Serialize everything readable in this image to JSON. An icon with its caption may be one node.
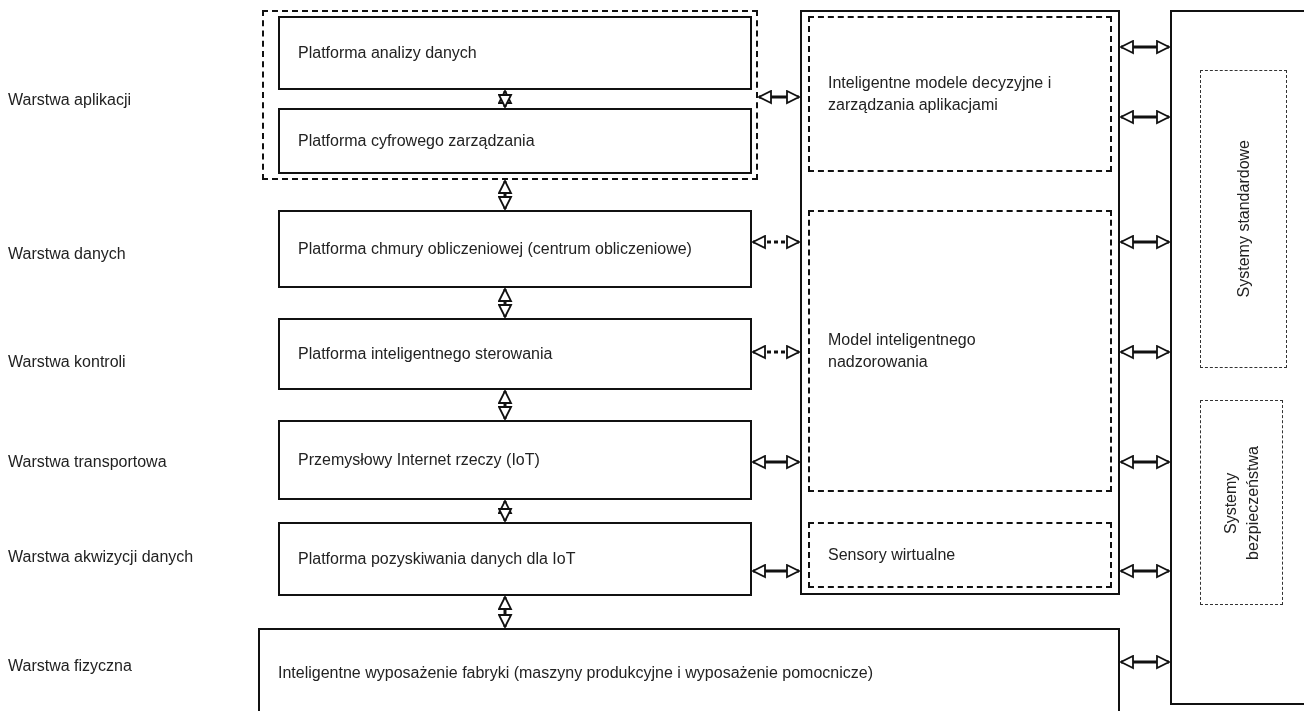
{
  "diagram": {
    "nodes": [
      {
        "text": [],
        "shape": "box"
      },
      {
        "text": [
          "Platforma analizy danych"
        ],
        "in": 0
      },
      {
        "text": [
          "Platforma cyfrowego zarządzania"
        ],
        "in": 0
      },
      {
        "text": [
          "Platforma chmury obliczeniowej (centrum obliczeniowe)"
        ]
      },
      {
        "text": [
          "Platforma inteligentnego sterowania"
        ]
      },
      {
        "text": [
          "Przemysłowy Internet rzeczy (IoT)"
        ]
      },
      {
        "text": [
          "Platforma pozyskiwania danych dla IoT"
        ]
      },
      {
        "text": [],
        "shape": "box"
      },
      {
        "text": [
          "Inteligentne modele decyzyjne i zarządzania aplikacjami"
        ],
        "in": 7
      },
      {
        "text": [
          "Model inteligentnego nadzorowania"
        ],
        "in": 7
      },
      {
        "text": [
          "Sensory wirtualne"
        ],
        "in": 7
      },
      {
        "text": [
          "Inteligentne wyposażenie fabryki (maszyny produkcyjne i wyposażenie pomocnicze)"
        ]
      },
      {
        "text": [],
        "shape": "box"
      },
      {
        "text": [
          "Systemy standardowe"
        ],
        "in": 12
      },
      {
        "text": [
          "Systemy bezpieczeństwa"
        ],
        "in": 12
      }
    ],
    "edges": [
      {
        "from": 1,
        "to": 2,
        "arrow": "both"
      },
      {
        "from": 0,
        "to": 3,
        "arrow": "both"
      },
      {
        "from": 3,
        "to": 4,
        "arrow": "both"
      },
      {
        "from": 4,
        "to": 5,
        "arrow": "both"
      },
      {
        "from": 5,
        "to": 6,
        "arrow": "both"
      },
      {
        "from": 6,
        "to": 11,
        "arrow": "both"
      },
      {
        "from": 0,
        "to": 7,
        "arrow": "both"
      },
      {
        "from": 3,
        "to": 7,
        "arrow": "both",
        "style": "dashed"
      },
      {
        "from": 4,
        "to": 7,
        "arrow": "both",
        "style": "dashed"
      },
      {
        "from": 5,
        "to": 7,
        "arrow": "both"
      },
      {
        "from": 6,
        "to": 7,
        "arrow": "both"
      },
      {
        "from": 7,
        "to": 12,
        "arrow": "both"
      },
      {
        "from": 7,
        "to": 12,
        "arrow": "both"
      },
      {
        "from": 7,
        "to": 12,
        "arrow": "both"
      },
      {
        "from": 7,
        "to": 12,
        "arrow": "both"
      },
      {
        "from": 7,
        "to": 12,
        "arrow": "both"
      },
      {
        "from": 7,
        "to": 12,
        "arrow": "both"
      },
      {
        "from": 11,
        "to": 12,
        "arrow": "both"
      }
    ],
    "labels": [
      "Warstwa aplikacji",
      "Warstwa danych",
      "Warstwa kontroli",
      "Warstwa transportowa",
      "Warstwa akwizycji danych",
      "Warstwa fizyczna"
    ]
  }
}
